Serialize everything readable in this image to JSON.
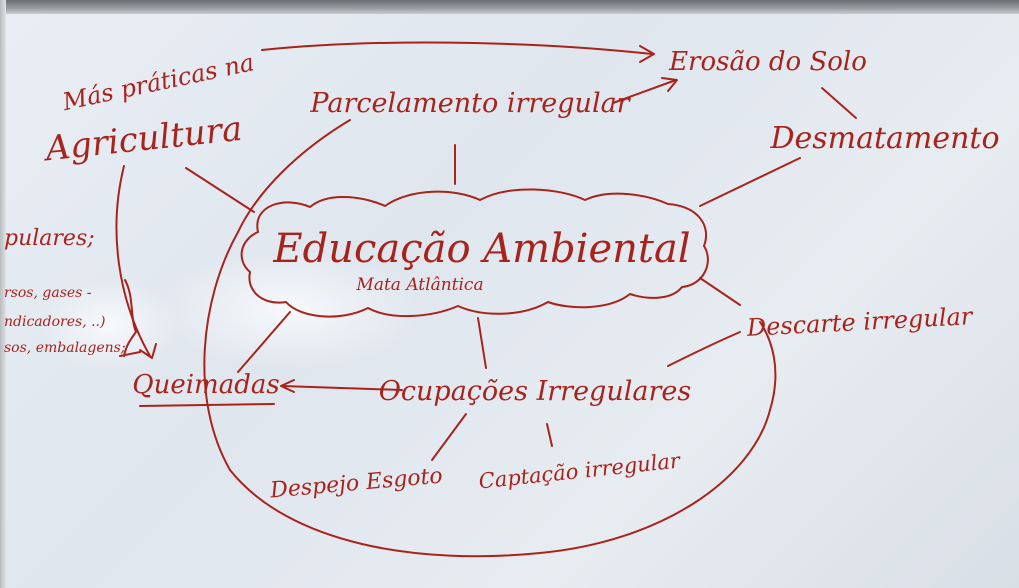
{
  "diagram": {
    "central_title": "Educação Ambiental",
    "central_subtitle": "Mata Atlântica",
    "nodes": {
      "mas_praticas_line1": "Más práticas na",
      "mas_praticas_line2": "Agricultura",
      "parcelamento": "Parcelamento irregular",
      "erosao": "Erosão do Solo",
      "desmatamento": "Desmatamento",
      "descarte": "Descarte irregular",
      "queimadas": "Queimadas",
      "ocupacoes": "Ocupações Irregulares",
      "despejo": "Despejo Esgoto",
      "captacao": "Captação irregular"
    },
    "left_fragment": {
      "line1": "pulares;",
      "line2": "rsos, gases -",
      "line3": "ndicadores, ..)",
      "line4": "sos, embalagens;"
    },
    "ink_color": "#a8231c"
  }
}
